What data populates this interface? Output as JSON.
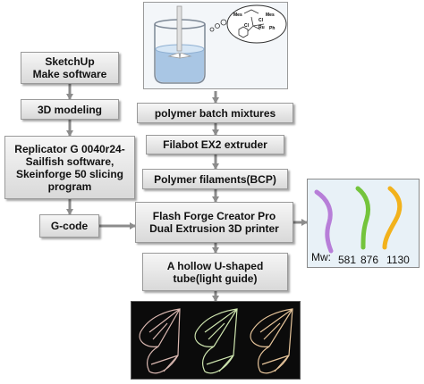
{
  "steps": {
    "sketchup": "SketchUp\nMake software",
    "modeling": "3D modeling",
    "slicing": "Replicator G 0040r24-\nSailfish software,\nSkeinforge 50 slicing\nprogram",
    "gcode": "G-code",
    "mixtures": "polymer batch mixtures",
    "extruder": "Filabot EX2 extruder",
    "filaments": "Polymer filaments(BCP)",
    "printer": "Flash Forge Creator Pro\nDual Extrusion 3D printer",
    "tube": "A hollow U-shaped\ntube(light guide)"
  },
  "molecule": {
    "mes1": "Mes",
    "mes2": "Mes",
    "ru": "Ru",
    "cl1": "Cl",
    "cl2": "Cl",
    "ph": "Ph"
  },
  "filaments": {
    "label": "Mw:",
    "values": [
      "581",
      "876",
      "1130"
    ],
    "colors": [
      "#b77ed8",
      "#74c43c",
      "#f2b21c"
    ]
  },
  "colors": {
    "box_top": "#f6f6f6",
    "box_bottom": "#d9d9d9",
    "arrow": "#8c8c8c"
  }
}
